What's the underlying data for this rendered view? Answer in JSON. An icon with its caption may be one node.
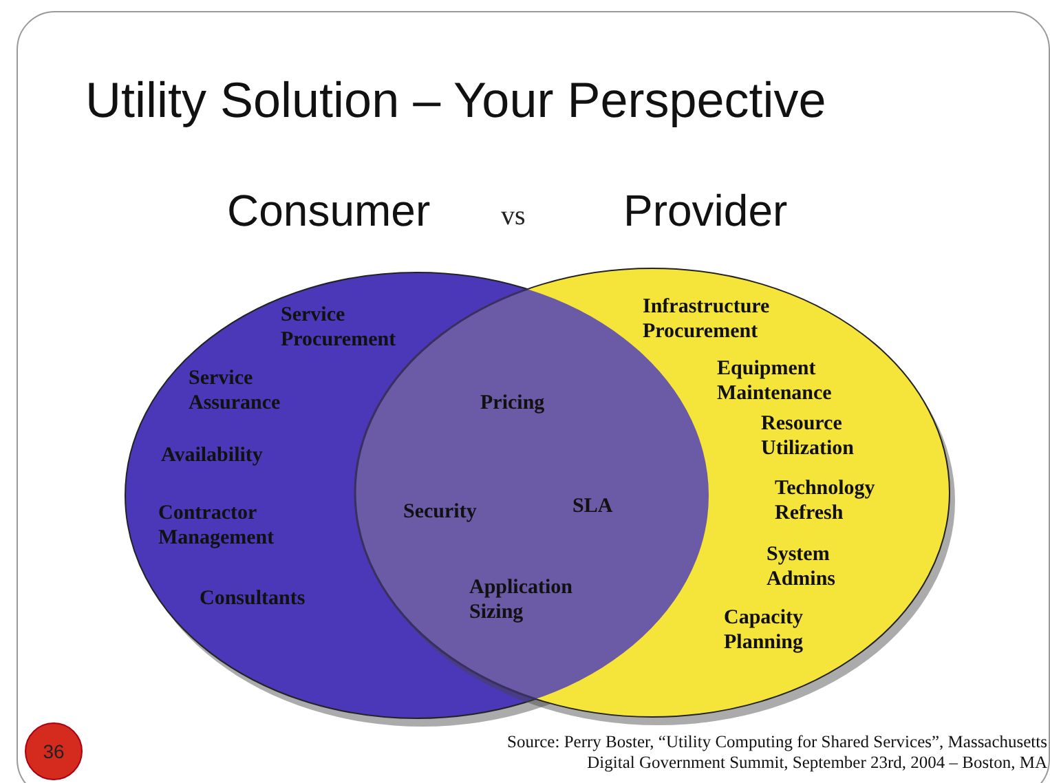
{
  "diagram": {
    "title": "Utility Solution – Your Perspective",
    "caption": "Source: Perry Boster, “Utility Computing for Shared Services”, Massachusetts Digital Government Summit, September 23rd, 2004 – Boston, MA",
    "nodes": [
      {
        "text": [
          "Consumer"
        ]
      },
      {
        "text": [
          "Provider"
        ]
      },
      {
        "text": [
          "36"
        ]
      }
    ],
    "edges": [],
    "labels": [
      "vs",
      "Service Procurement",
      "Infrastructure Procurement",
      "Equipment Maintenance",
      "Service Assurance",
      "Pricing",
      "Resource Utilization",
      "Availability",
      "Technology Refresh",
      "Contractor Management",
      "Security",
      "SLA",
      "System Admins",
      "Consultants",
      "Application Sizing",
      "Capacity Planning"
    ]
  }
}
